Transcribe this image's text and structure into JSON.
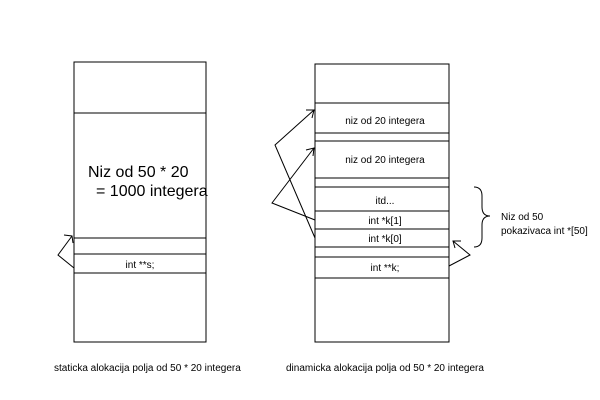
{
  "static_memory": {
    "block_line1": "Niz od 50 * 20",
    "block_line2": "= 1000 integera",
    "pointer_cell": "int **s;",
    "caption": "staticka alokacija polja od 50 * 20 integera"
  },
  "dynamic_memory": {
    "row_block_1": "niz od 20 integera",
    "row_block_2": "niz od 20 integera",
    "etc_cell": "itd...",
    "k1_cell": "int *k[1]",
    "k0_cell": "int *k[0]",
    "pointer_cell": "int **k;",
    "brace_note_line1": "Niz od 50",
    "brace_note_line2": "pokazivaca int *[50]",
    "caption": "dinamicka alokacija polja od 50 * 20 integera"
  }
}
